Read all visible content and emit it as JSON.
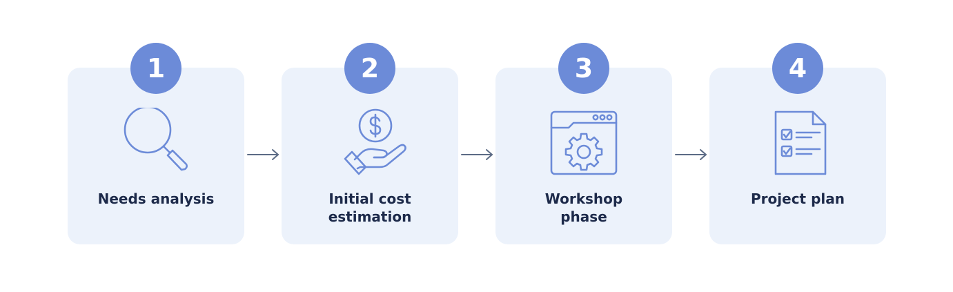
{
  "steps": [
    {
      "number": "1",
      "label_line1": "Needs analysis",
      "label_line2": ""
    },
    {
      "number": "2",
      "label_line1": "Initial cost",
      "label_line2": "estimation"
    },
    {
      "number": "3",
      "label_line1": "Workshop",
      "label_line2": "phase"
    },
    {
      "number": "4",
      "label_line1": "Project plan",
      "label_line2": ""
    }
  ],
  "icons": [
    "magnifier-icon",
    "hand-coin-icon",
    "browser-gear-icon",
    "checklist-document-icon"
  ],
  "colors": {
    "card_background": "#ecf2fb",
    "badge_background": "#6c8bd8",
    "icon_stroke": "#6c8bd8",
    "label_text": "#1d2a4a",
    "arrow": "#5c6b85"
  }
}
